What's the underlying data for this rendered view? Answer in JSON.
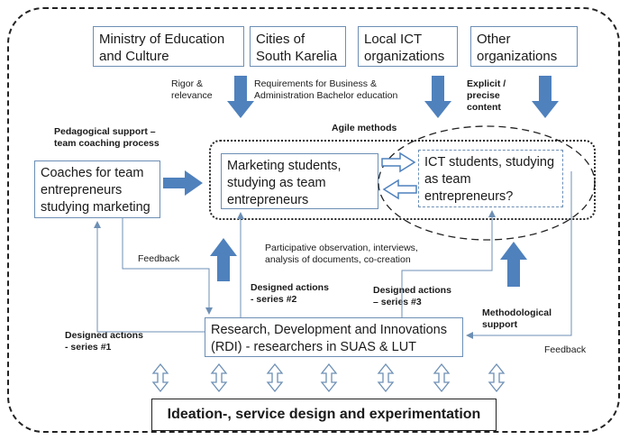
{
  "top_boxes": {
    "ministry": "Ministry of Education\nand Culture",
    "cities": "Cities of\nSouth Karelia",
    "local_ict": "Local ICT\norganizations",
    "other": "Other\norganizations"
  },
  "labels": {
    "rigor": "Rigor &\nrelevance",
    "requirements": "Requirements for Business &\nAdministration Bachelor education",
    "explicit": "Explicit /\nprecise\ncontent",
    "agile": "Agile methods",
    "pedagogical": "Pedagogical support –\nteam coaching process",
    "feedback_left": "Feedback",
    "participative": "Participative observation, interviews,\nanalysis of documents, co-creation",
    "series2": "Designed actions\n- series #2",
    "series3": "Designed actions\n– series #3",
    "series1": "Designed actions\n- series #1",
    "methodological": "Methodological\nsupport",
    "feedback_right": "Feedback"
  },
  "middle_boxes": {
    "coaches": "Coaches for team\nentrepreneurs\nstudying marketing",
    "marketing": "Marketing students,\nstudying as team\nentrepreneurs",
    "ict": "ICT students, studying\nas team\nentrepreneurs?",
    "rdi": "Research, Development and Innovations\n(RDI) - researchers in SUAS & LUT"
  },
  "bottom": {
    "ideation": "Ideation-, service design and experimentation"
  },
  "colors": {
    "arrow_blue": "#4f81bd",
    "line_blue": "#6d8fb5"
  }
}
